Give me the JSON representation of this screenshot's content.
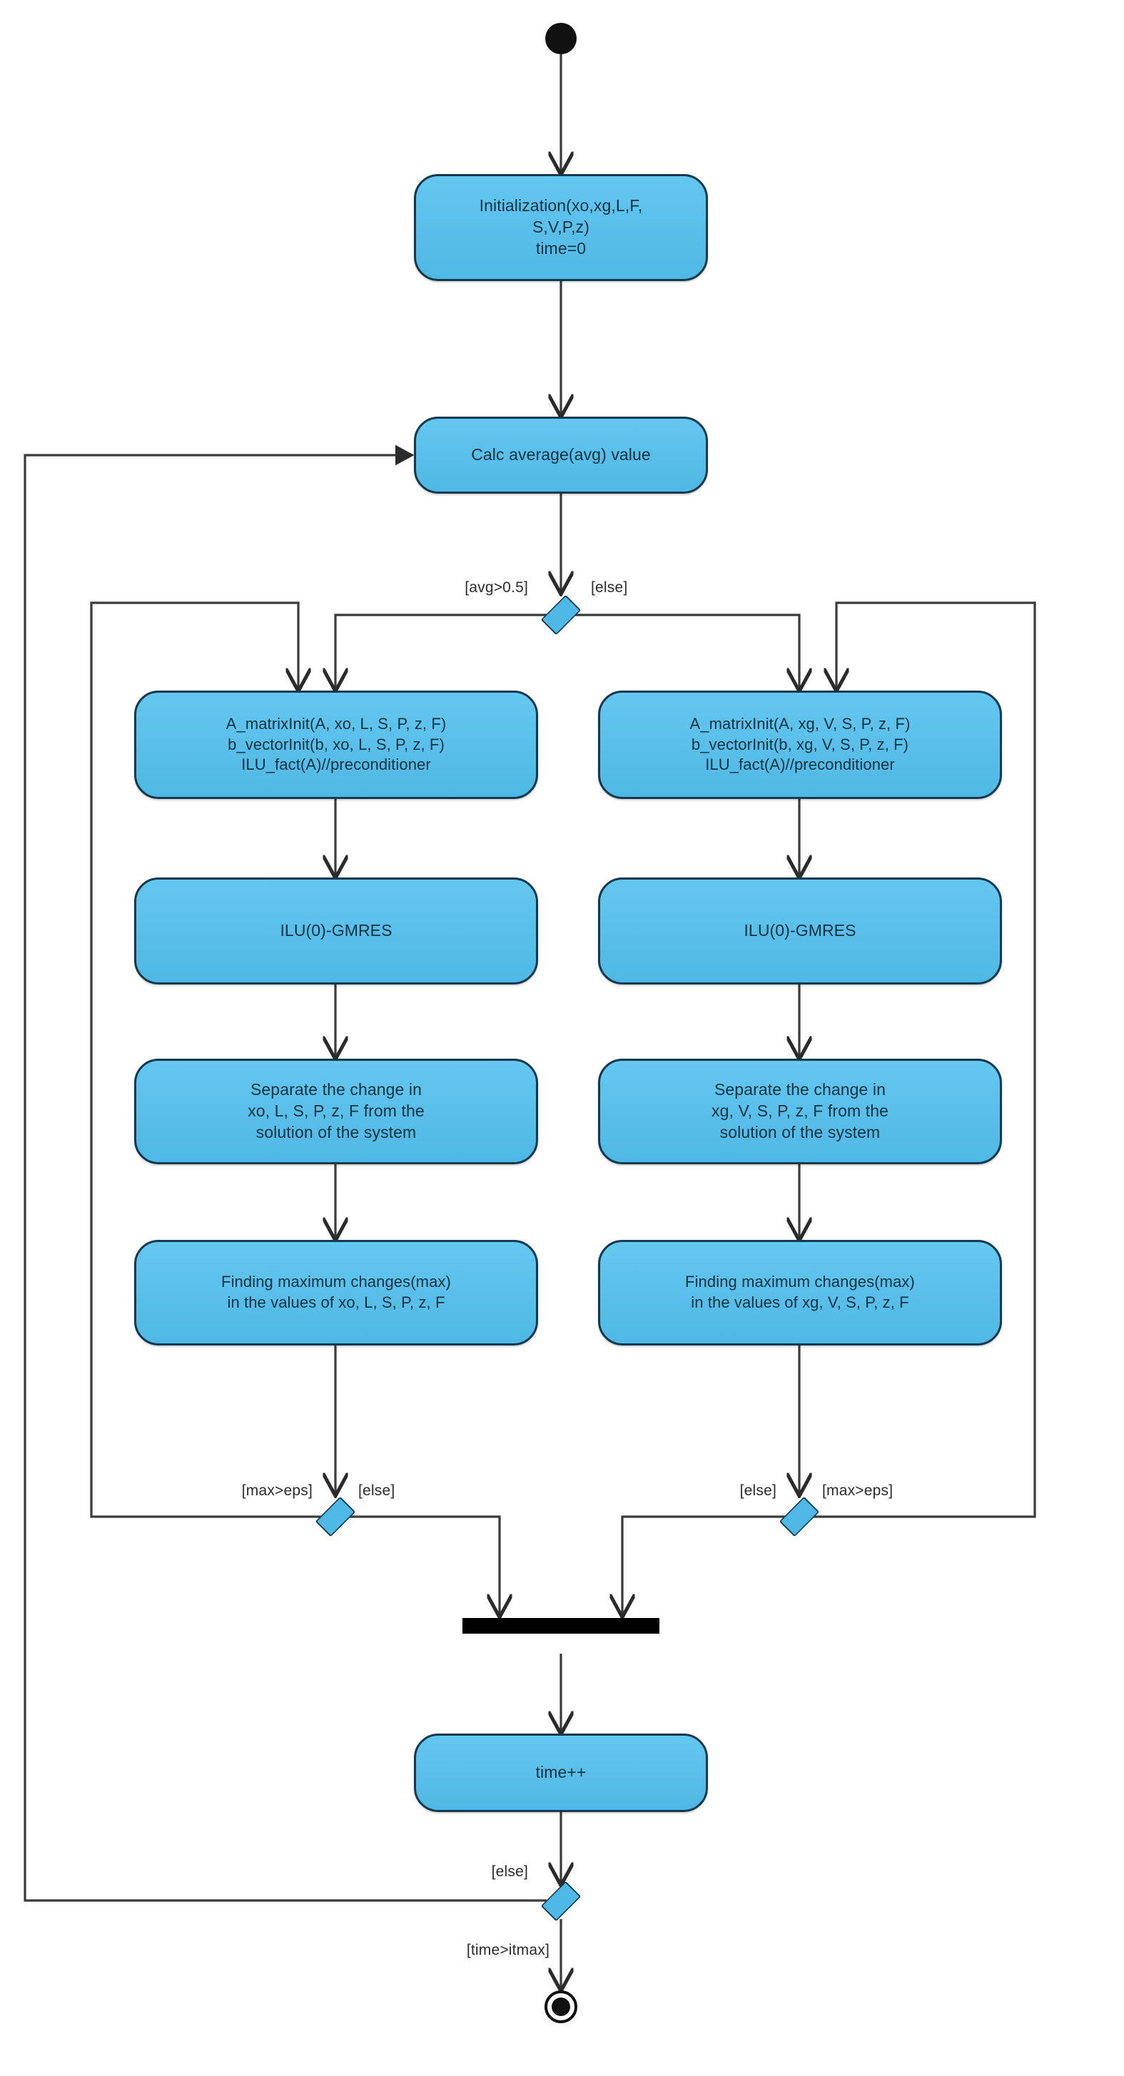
{
  "diagram": {
    "type": "uml-activity-diagram",
    "colors": {
      "activity_fill": "#5BC0EB",
      "activity_border": "#13394f",
      "decision_fill": "#4fb8e4",
      "node_black": "#111111",
      "edge": "#3a3a3a",
      "background": "#ffffff"
    }
  },
  "nodes": {
    "start": {
      "name": "start-node"
    },
    "initialization": {
      "text": "Initialization(xo,xg,L,F,\nS,V,P,z)\ntime=0"
    },
    "calc_average": {
      "text": "Calc average(avg) value"
    },
    "decision_avg": {
      "guard_left": "[avg>0.5]",
      "guard_right": "[else]"
    },
    "left_branch": {
      "matrix_init": {
        "text": "A_matrixInit(A, xo, L, S, P, z, F)\nb_vectorInit(b, xo, L, S, P, z, F)\nILU_fact(A)//preconditioner"
      },
      "solver": {
        "text": "ILU(0)-GMRES"
      },
      "separate": {
        "text": "Separate the change in\nxo, L, S, P, z, F from the\nsolution of the system"
      },
      "finding_max": {
        "text": "Finding maximum changes(max)\nin the values of xo, L, S, P, z, F"
      },
      "decision_max": {
        "guard_left": "[max>eps]",
        "guard_right": "[else]"
      }
    },
    "right_branch": {
      "matrix_init": {
        "text": "A_matrixInit(A, xg, V, S, P, z, F)\nb_vectorInit(b, xg, V, S, P, z, F)\nILU_fact(A)//preconditioner"
      },
      "solver": {
        "text": "ILU(0)-GMRES"
      },
      "separate": {
        "text": "Separate the change in\nxg, V, S, P, z, F from the\nsolution of the system"
      },
      "finding_max": {
        "text": "Finding maximum changes(max)\nin the values of xg, V, S, P, z, F"
      },
      "decision_max": {
        "guard_left": "[else]",
        "guard_right": "[max>eps]"
      }
    },
    "join": {
      "name": "join-bar"
    },
    "time_increment": {
      "text": "time++"
    },
    "decision_time": {
      "guard_left": "[else]",
      "guard_bottom": "[time>itmax]"
    },
    "end": {
      "name": "end-node"
    }
  }
}
